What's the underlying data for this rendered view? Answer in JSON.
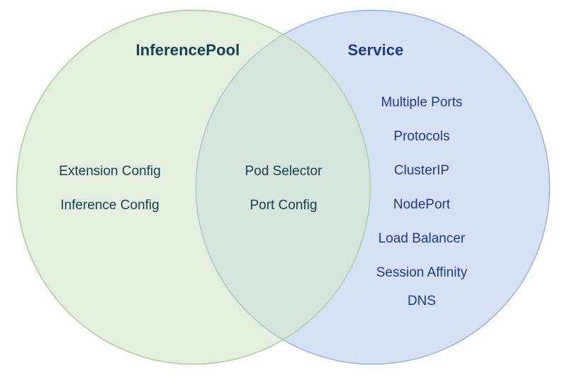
{
  "diagram": {
    "type": "venn",
    "background_color": "#ffffff",
    "left_set": {
      "title": "InferencePool",
      "title_color": "#14424d",
      "fill_color": "#e4efe0",
      "stroke_color": "#abcf9a",
      "items": [
        "Extension Config",
        "Inference Config"
      ]
    },
    "right_set": {
      "title": "Service",
      "title_color": "#1b3a8c",
      "fill_color": "#d6e2f3",
      "stroke_color": "#8eb0e8",
      "items": [
        "Multiple Ports",
        "Protocols",
        "ClusterIP",
        "NodePort",
        "Load Balancer",
        "Session Affinity",
        "DNS"
      ]
    },
    "intersection": {
      "fill_color": "#d7e4dc",
      "text_color": "#14424d",
      "items": [
        "Pod Selector",
        "Port Config"
      ]
    }
  }
}
